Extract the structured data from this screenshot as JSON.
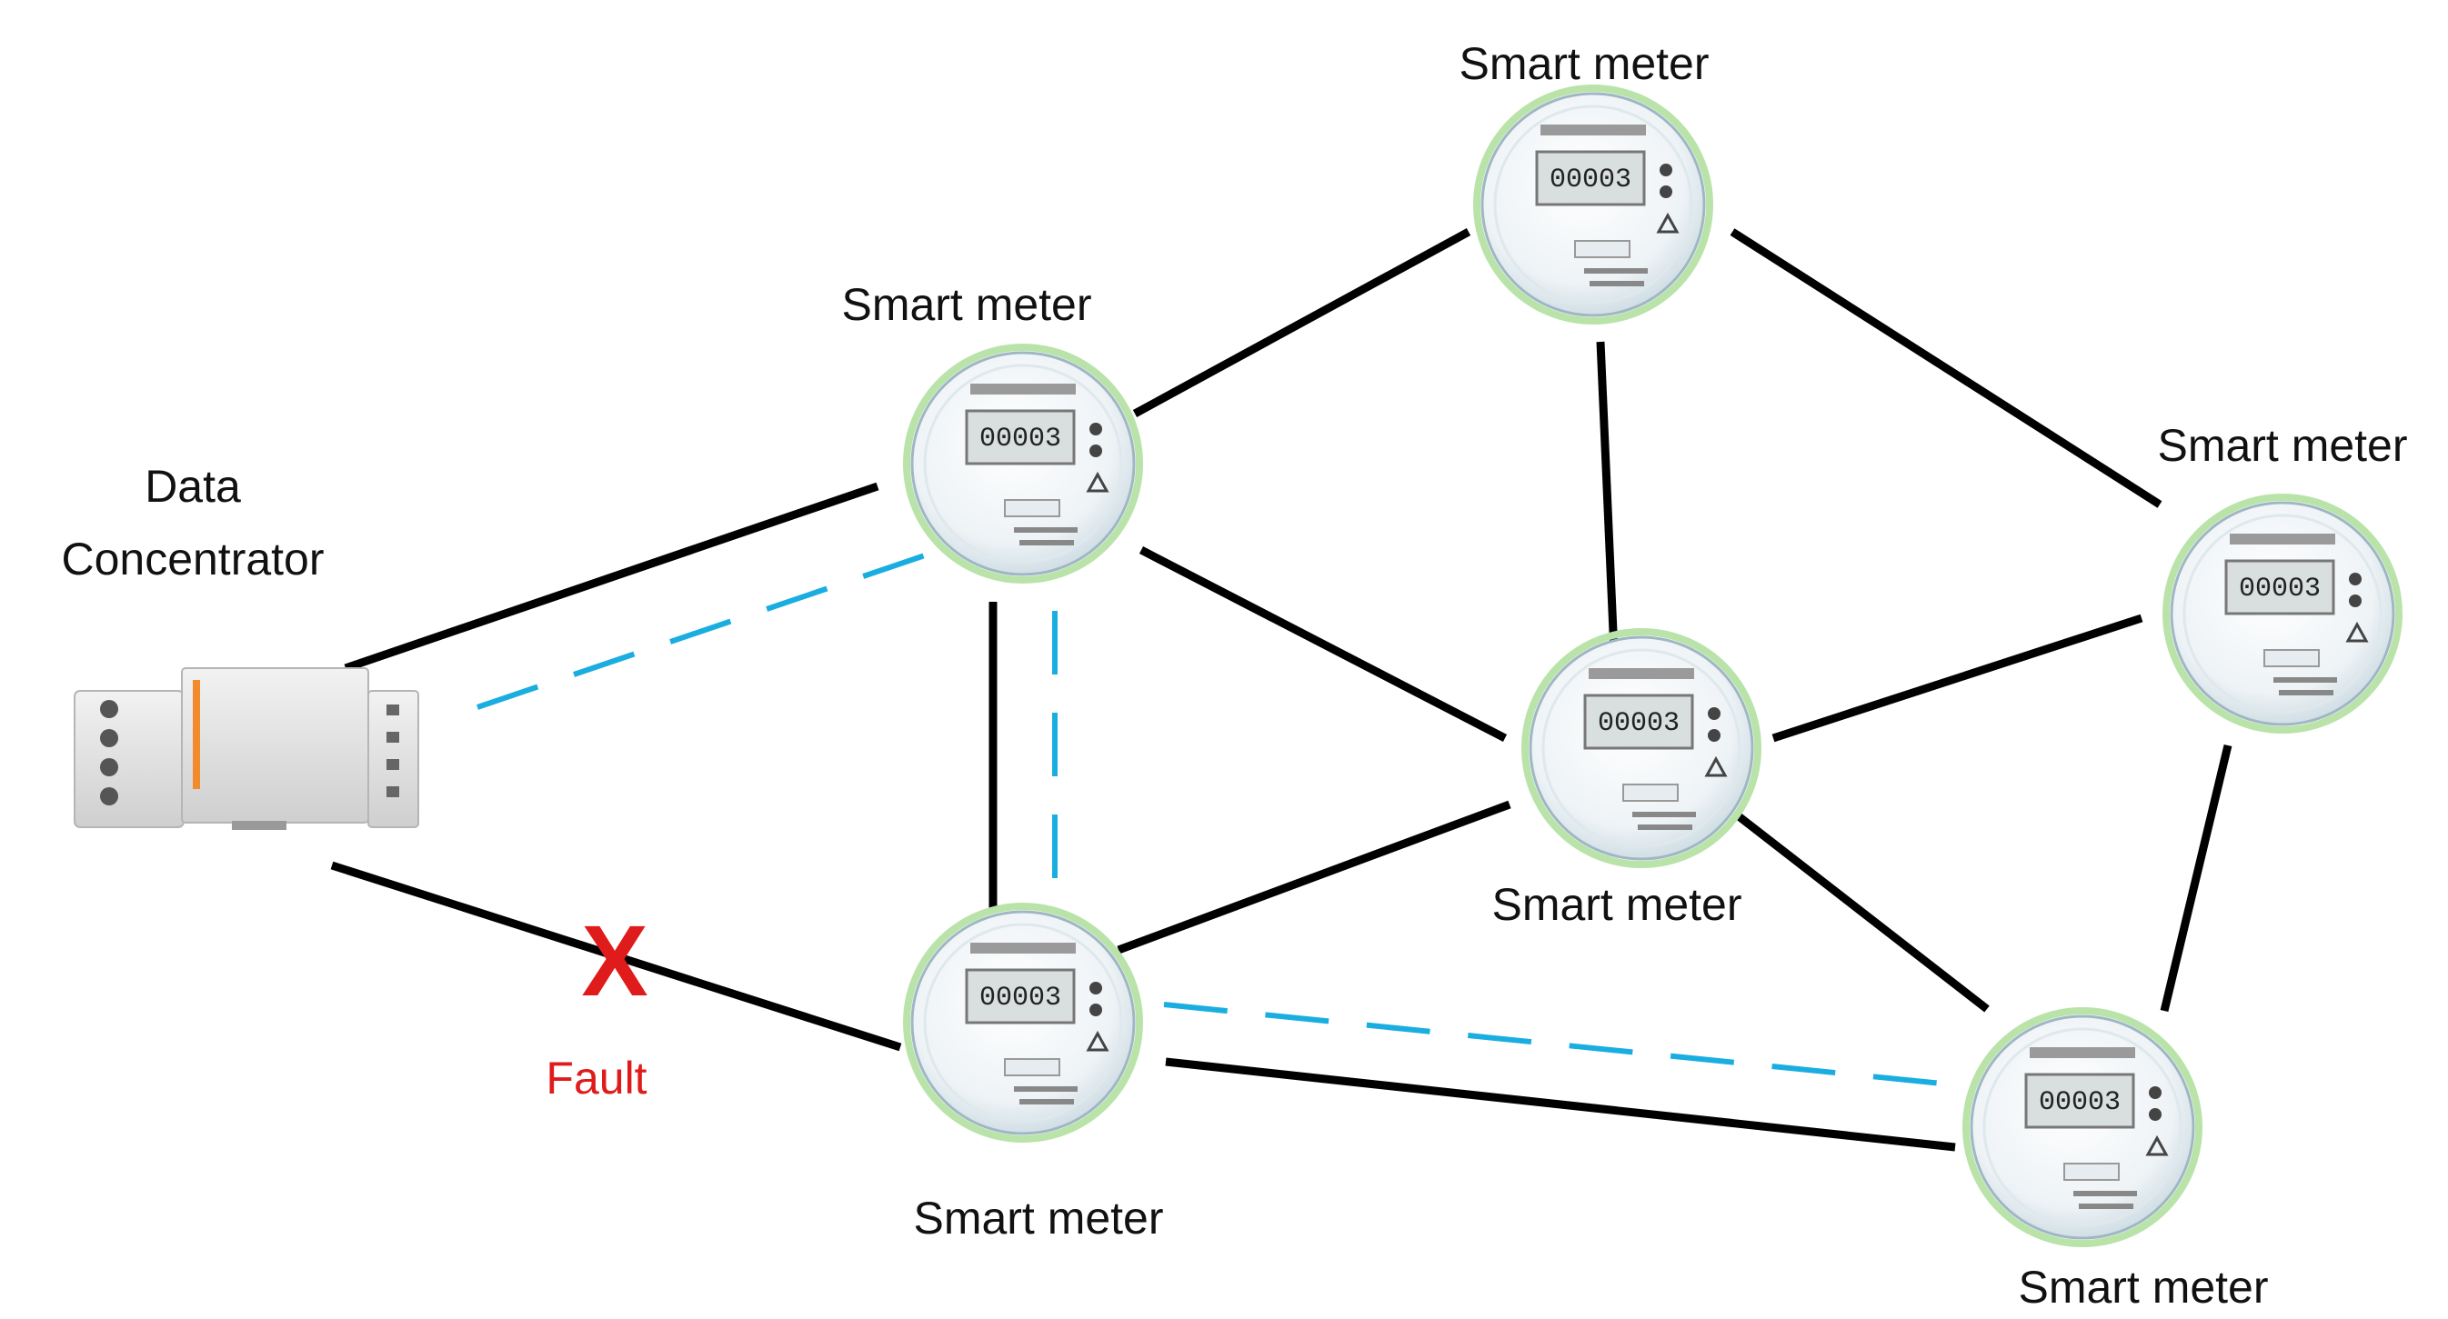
{
  "title": "",
  "colors": {
    "solid_link": "#000000",
    "dashed_link": "#1aaee0",
    "fault": "#e01b1b",
    "meter_rim": "#d6e8f0",
    "meter_glow": "#b9e3a8"
  },
  "concentrator": {
    "label_line1": "Data",
    "label_line2": "Concentrator"
  },
  "meters": [
    {
      "id": "m1",
      "label": "Smart meter",
      "display": "00003"
    },
    {
      "id": "m2",
      "label": "Smart meter",
      "display": "00003"
    },
    {
      "id": "m3",
      "label": "Smart meter",
      "display": "00003"
    },
    {
      "id": "m4",
      "label": "Smart meter",
      "display": "00003"
    },
    {
      "id": "m5",
      "label": "Smart meter",
      "display": "00003"
    },
    {
      "id": "m6",
      "label": "Smart meter",
      "display": "00003"
    }
  ],
  "links": [
    {
      "from": "dc",
      "to": "m1",
      "type": "solid"
    },
    {
      "from": "dc",
      "to": "m5",
      "type": "solid",
      "fault": true
    },
    {
      "from": "m1",
      "to": "m2",
      "type": "solid"
    },
    {
      "from": "m1",
      "to": "m4",
      "type": "solid"
    },
    {
      "from": "m1",
      "to": "m5",
      "type": "solid"
    },
    {
      "from": "m2",
      "to": "m3",
      "type": "solid"
    },
    {
      "from": "m2",
      "to": "m4",
      "type": "solid"
    },
    {
      "from": "m3",
      "to": "m4",
      "type": "solid"
    },
    {
      "from": "m3",
      "to": "m6",
      "type": "solid"
    },
    {
      "from": "m4",
      "to": "m5",
      "type": "solid"
    },
    {
      "from": "m4",
      "to": "m6",
      "type": "solid"
    },
    {
      "from": "m5",
      "to": "m6",
      "type": "solid"
    },
    {
      "from": "dc",
      "to": "m1",
      "type": "dashed"
    },
    {
      "from": "m1",
      "to": "m5",
      "type": "dashed"
    },
    {
      "from": "m5",
      "to": "m6",
      "type": "dashed"
    }
  ],
  "fault": {
    "mark": "X",
    "label": "Fault"
  }
}
